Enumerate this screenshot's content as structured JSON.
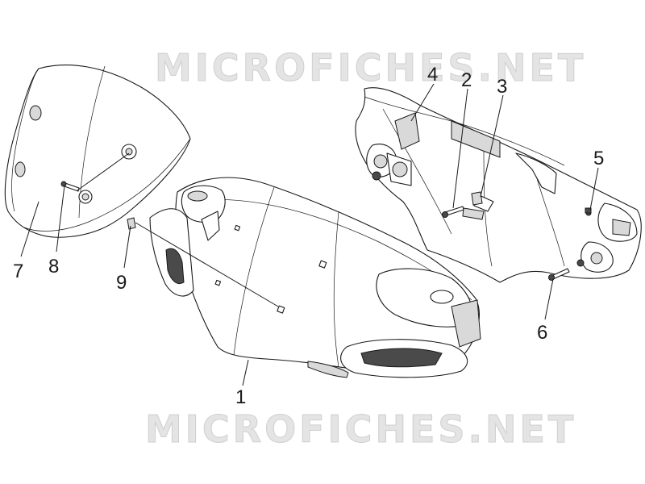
{
  "watermarks": [
    "MICROFICHES.NET",
    "MICROFICHES.NET"
  ],
  "callouts": [
    "1",
    "2",
    "3",
    "4",
    "5",
    "6",
    "7",
    "8",
    "9"
  ]
}
